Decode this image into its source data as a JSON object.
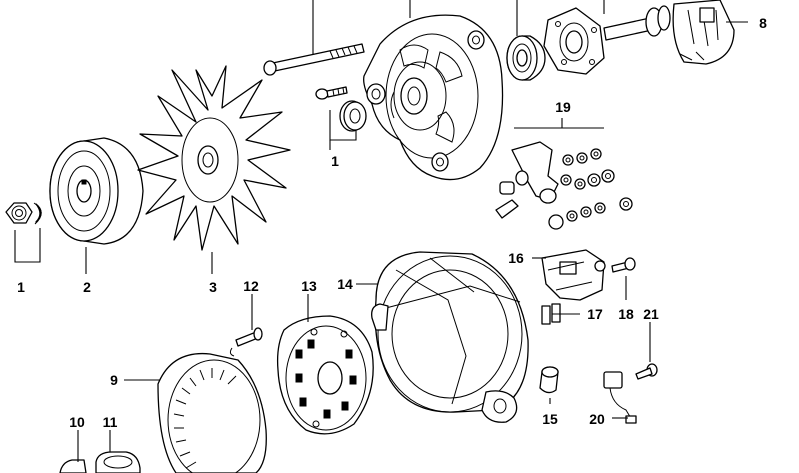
{
  "callouts": {
    "c1_left": "1",
    "c1_mid": "1",
    "c2": "2",
    "c3": "3",
    "c8": "8",
    "c9": "9",
    "c10": "10",
    "c11": "11",
    "c12": "12",
    "c13": "13",
    "c14": "14",
    "c15": "15",
    "c16": "16",
    "c17": "17",
    "c18": "18",
    "c19": "19",
    "c20": "20",
    "c21": "21"
  },
  "colors": {
    "line": "#000000",
    "background": "#ffffff"
  }
}
